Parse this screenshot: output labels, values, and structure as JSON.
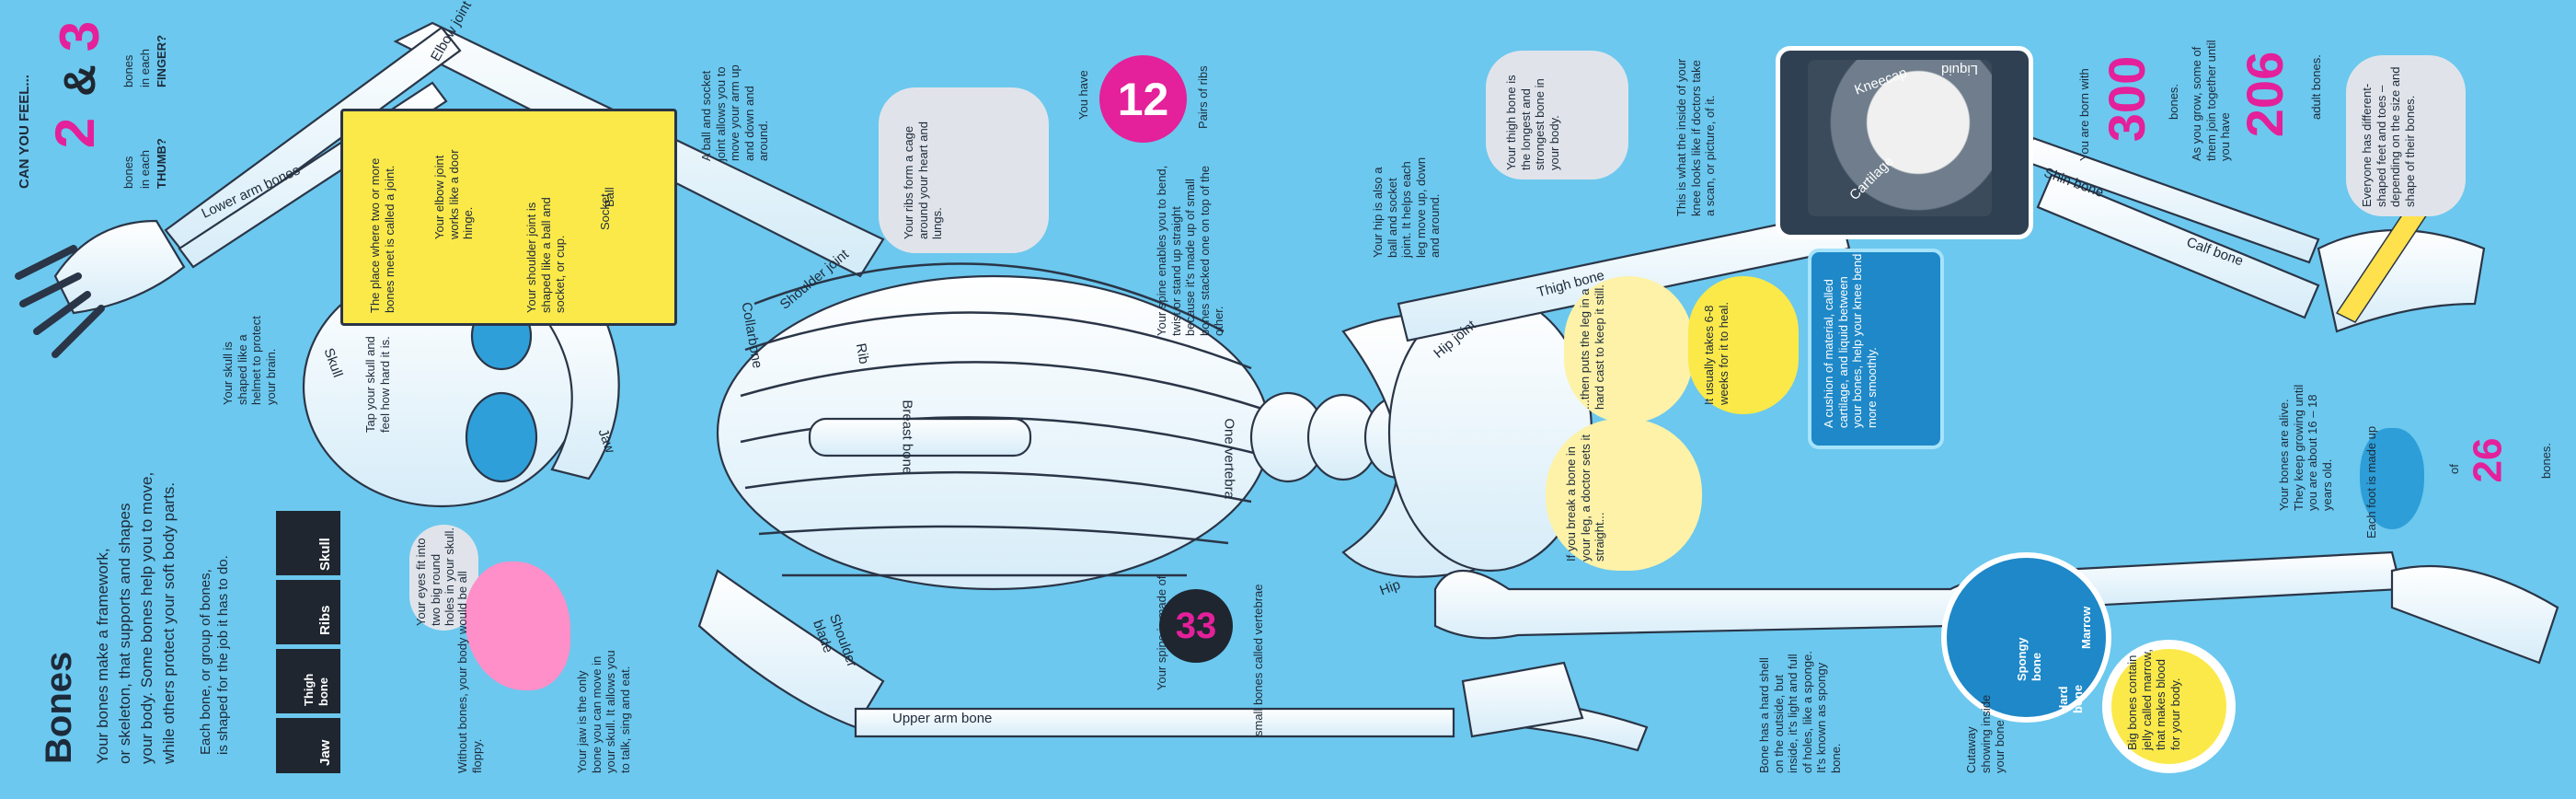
{
  "title": "Bones",
  "intro": [
    "Your bones make a framework,",
    "or skeleton, that supports and shapes",
    "your body. Some bones help you to move,",
    "while others protect your soft body parts."
  ],
  "shaped_note": [
    "Each bone, or group of bones,",
    "is shaped for the job it has to do."
  ],
  "cards": {
    "skull": "Skull",
    "ribs": "Ribs",
    "thigh": "Thigh bone",
    "jaw": "Jaw"
  },
  "can_you_feel": {
    "heading": "CAN YOU FEEL...",
    "thumb_num": "2",
    "amp": "&",
    "finger_num": "3",
    "bones": "bones",
    "in_each": "in each",
    "thumb": "THUMB?",
    "finger": "FINGER?"
  },
  "labels": {
    "lower_arm": "Lower arm bones",
    "elbow_joint": "Elbow joint",
    "skull": "Skull",
    "jaw": "Jaw",
    "collarbone": "Collarbone",
    "shoulder_joint": "Shoulder joint",
    "rib": "Rib",
    "breast_bone": "Breast bone",
    "one_vertebra": "One vertebra",
    "shoulder_blade": "Shoulder blade",
    "upper_arm": "Upper arm bone",
    "hip": "Hip",
    "hip_joint": "Hip joint",
    "thigh_bone": "Thigh bone",
    "shin_bone": "Shin bone",
    "calf_bone": "Calf bone",
    "kneecap": "Kneecap",
    "cartilage": "Cartilage",
    "liquid": "Liquid"
  },
  "joint_panel": {
    "place": "The place where two or more bones meet is called a joint.",
    "elbow": "Your elbow joint works like a door hinge.",
    "shoulder": "Your shoulder joint is shaped like a ball and socket, or cup.",
    "socket": "Socket",
    "ball": "Ball"
  },
  "notes": {
    "skull_helmet": "Your skull is shaped like a helmet to protect your brain.",
    "tap_skull": "Tap your skull and feel how hard it is.",
    "eyes": "Your eyes fit into two big round holes in your skull.",
    "floppy": "Without bones, your body would be all floppy.",
    "jaw": "Your jaw is the only bone you can move in your skull. It allows you to talk, sing and eat.",
    "ball_socket": "A ball and socket joint allows you to move your arm up and down and around.",
    "ribs_cage": "Your ribs form a cage around your heart and lungs.",
    "you_have": "You have",
    "pairs": "Pairs of ribs",
    "ribs_num": "12",
    "spine": "Your spine enables you to bend, twist or stand up straight because it's made up of small bones stacked one on top of the other.",
    "spine_made": "Your spine is made of",
    "spine_num": "33",
    "vertebrae": "small bones called vertebrae",
    "hip": "Your hip is also a ball and socket joint. It helps each leg move up, down and around.",
    "thigh": "Your thigh bone is the longest and strongest bone in your body.",
    "scan": "This is what the inside of your knee looks like if doctors take a scan, or picture, of it.",
    "cartilage": "A cushion of material, called cartilage, and liquid between your bones, help your knee bend more smoothly.",
    "break": "If you break a bone in your leg, a doctor sets it straight...",
    "cast": "...then puts the leg in a hard cast to keep it still.",
    "heal": "It usually takes 6-8 weeks for it to heal.",
    "born_with": "You are born with",
    "born_num": "300",
    "born_bones": "bones.",
    "grow": "As you grow, some of them join together until you have",
    "adult_num": "206",
    "adult_bones": "adult bones.",
    "shapes": "Everyone has different-shaped feet and toes – depending on the size and shape of their bones.",
    "growing": "Your bones are alive. They keep growing until you are about 16 – 18 years old.",
    "each_foot": "Each foot is made up",
    "of": "of",
    "foot_num": "26",
    "foot_bones": "bones.",
    "hard_shell": "Bone has a hard shell on the outside, but inside, it's light and full of holes, like a sponge. It's known as spongy bone.",
    "cutaway": "Cutaway showing inside your bone",
    "marrow": "Big bones contain jelly called marrow, that makes blood for your body.",
    "spongy_bone": "Spongy bone",
    "hard_bone": "Hard bone",
    "marrow_lbl": "Marrow"
  }
}
